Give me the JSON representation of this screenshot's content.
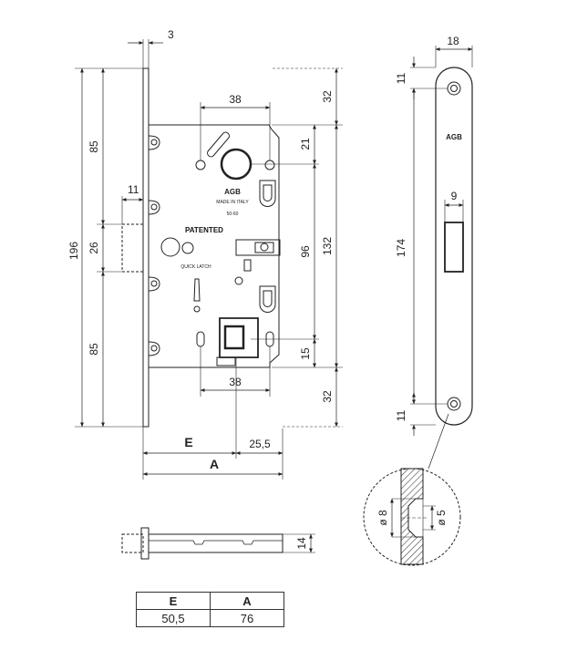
{
  "front_view": {
    "dims": {
      "faceplate_thickness": "3",
      "overall_height": "196",
      "upper_section": "85",
      "middle_section": "26",
      "lower_section": "85",
      "latch_offset": "11",
      "top_hole_spacing": "38",
      "bottom_hole_spacing": "38",
      "top_margin": "32",
      "bottom_margin": "32",
      "spindle_to_top": "21",
      "spindle_to_key": "96",
      "spindle_to_bottom": "132",
      "key_offset": "15",
      "backset_extra": "25,5"
    },
    "labels": {
      "e": "E",
      "a": "A"
    },
    "markings": {
      "patented": "PATENTED",
      "brand": "AGB",
      "made_in": "MADE IN ITALY",
      "model": "50-60",
      "quick_latch": "QUICK LATCH"
    }
  },
  "side_view": {
    "dims": {
      "width": "18",
      "top_offset": "11",
      "height": "174",
      "bottom_offset": "11",
      "slot_width": "9"
    },
    "brand": "AGB"
  },
  "detail": {
    "dims": {
      "outer": "ø 8",
      "inner": "ø 5"
    }
  },
  "bottom_view": {
    "dims": {
      "thickness": "14"
    }
  },
  "table": {
    "headers": [
      "E",
      "A"
    ],
    "rows": [
      [
        "50,5",
        "76"
      ]
    ]
  }
}
